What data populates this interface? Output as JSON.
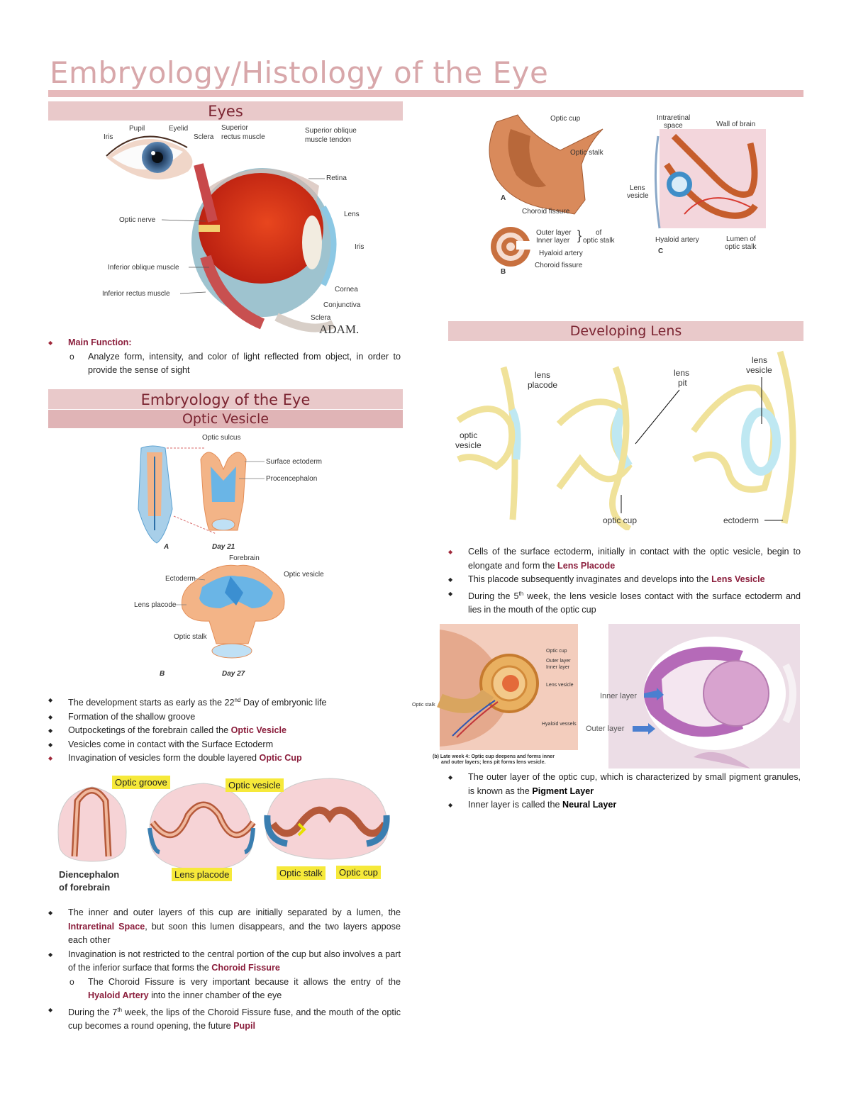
{
  "page": {
    "title": "Embryology/Histology of the Eye"
  },
  "sections": {
    "eyes": "Eyes",
    "embryology": "Embryology of the Eye",
    "optic_vesicle": "Optic Vesicle",
    "developing_lens": "Developing Lens"
  },
  "fig_eye": {
    "labels": {
      "iris": "Iris",
      "pupil": "Pupil",
      "eyelid": "Eyelid",
      "sclera": "Sclera",
      "superior_rectus": "Superior",
      "superior_rectus2": "rectus muscle",
      "superior_oblique": "Superior oblique",
      "superior_oblique2": "muscle tendon",
      "retina": "Retina",
      "optic_nerve": "Optic nerve",
      "lens": "Lens",
      "iris2": "Iris",
      "inferior_oblique": "Inferior oblique muscle",
      "inferior_rectus": "Inferior rectus muscle",
      "cornea": "Cornea",
      "conjunctiva": "Conjunctiva",
      "sclera2": "Sclera",
      "adam": "ADAM."
    }
  },
  "eyes_bullets": {
    "main_function_label": "Main Function:",
    "main_function_text": "Analyze form, intensity, and color of light reflected from object, in order to provide the sense of sight"
  },
  "fig_vesicle": {
    "labels": {
      "optic_sulcus": "Optic sulcus",
      "surface_ectoderm": "Surface ectoderm",
      "procencephalon": "Procencephalon",
      "a": "A",
      "day21": "Day 21",
      "forebrain": "Forebrain",
      "ectoderm": "Ectoderm",
      "optic_vesicle": "Optic vesicle",
      "lens_placode": "Lens placode",
      "optic_stalk": "Optic stalk",
      "b": "B",
      "day27": "Day 27"
    }
  },
  "vesicle_bullets": {
    "b1_pre": "The development starts as early as the 22",
    "b1_sup": "nd",
    "b1_post": " Day of embryonic life",
    "b2": "Formation of the shallow groove",
    "b3_pre": "Outpocketings of the forebrain called the ",
    "b3_hl": "Optic Vesicle",
    "b4": "Vesicles come in contact with the Surface Ectoderm",
    "b5_pre": "Invagination of vesicles form the double layered ",
    "b5_hl": "Optic Cup"
  },
  "fig_groove": {
    "labels": {
      "optic_groove": "Optic groove",
      "optic_vesicle": "Optic vesicle",
      "diencephalon": "Diencephalon",
      "of_forebrain": "of forebrain",
      "lens_placode": "Lens placode",
      "optic_stalk": "Optic stalk",
      "optic_cup": "Optic cup"
    }
  },
  "cup_bullets": {
    "b1_pre": "The inner and outer layers of this cup are initially separated by a lumen, the ",
    "b1_hl": "Intraretinal Space",
    "b1_post": ", but soon this lumen disappears, and the two layers appose each other",
    "b2_pre": "Invagination is not restricted to the central portion of the cup but also involves a part of the inferior surface that forms the ",
    "b2_hl": "Choroid Fissure",
    "b3_pre": "The Choroid Fissure is very important because it allows the entry of the ",
    "b3_hl": "Hyaloid Artery",
    "b3_post": " into the inner chamber of the eye",
    "b4_pre": "During the 7",
    "b4_sup": "th",
    "b4_mid": " week, the lips of the Choroid Fissure fuse, and the mouth of the optic cup becomes a round opening, the future ",
    "b4_hl": "Pupil"
  },
  "fig_cup": {
    "labels": {
      "optic_cup": "Optic cup",
      "optic_stalk": "Optic stalk",
      "a": "A",
      "choroid_fissure": "Choroid fissure",
      "outer_layer": "Outer layer",
      "inner_layer": "Inner layer",
      "of": "of",
      "of_optic_stalk": "optic stalk",
      "hyaloid_artery": "Hyaloid artery",
      "choroid_fissure2": "Choroid fissure",
      "b": "B",
      "intraretinal": "Intraretinal",
      "space": "space",
      "wall_of_brain": "Wall of brain",
      "lens": "Lens",
      "vesicle": "vesicle",
      "hyaloid_artery2": "Hyaloid artery",
      "lumen_of": "Lumen of",
      "lumen_optic_stalk": "optic stalk",
      "c": "C"
    }
  },
  "fig_lens": {
    "labels": {
      "lens_placode1": "lens",
      "lens_placode2": "placode",
      "optic_vesicle1": "optic",
      "optic_vesicle2": "vesicle",
      "lens_pit1": "lens",
      "lens_pit2": "pit",
      "lens_vesicle1": "lens",
      "lens_vesicle2": "vesicle",
      "optic_cup": "optic cup",
      "ectoderm": "ectoderm"
    }
  },
  "lens_bullets": {
    "b1_pre": "Cells of the surface ectoderm, initially in contact with the optic vesicle, begin to elongate and form the ",
    "b1_hl": "Lens Placode",
    "b2_pre": "This placode subsequently invaginates and develops into the ",
    "b2_hl": "Lens Vesicle",
    "b3_pre": "During the 5",
    "b3_sup": "th",
    "b3_post": " week, the lens vesicle loses contact with the surface ectoderm and lies in the mouth of the optic cup"
  },
  "fig_histo": {
    "labels": {
      "optic_cup": "Optic cup",
      "outer_layer": "Outer layer",
      "inner_layer": "Inner layer",
      "lens_vesicle": "Lens vesicle",
      "optic_stalk": "Optic stalk",
      "hyaloid_vessels": "Hyaloid vessels",
      "caption1": "(b) Late week 4: Optic cup deepens and forms inner",
      "caption2": "and outer layers; lens pit forms lens vesicle.",
      "inner_layer_micro": "Inner layer",
      "outer_layer_micro": "Outer layer"
    }
  },
  "histo_bullets": {
    "b1_pre": "The outer layer of the optic cup, which is characterized by small pigment granules, is known as the ",
    "b1_hl": "Pigment Layer",
    "b2_pre": "Inner layer is called the ",
    "b2_hl": "Neural Layer"
  }
}
